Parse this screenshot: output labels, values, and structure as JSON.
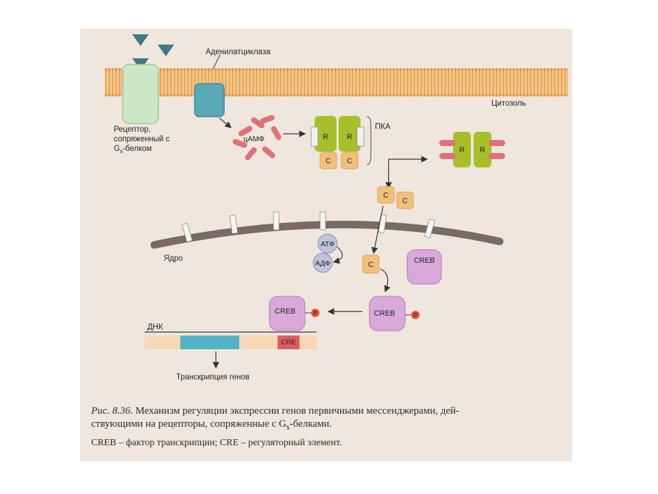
{
  "labels": {
    "adenylate_cyclase": "Аденилатциклаза",
    "cytosol": "Цитозоль",
    "receptor": [
      "Рецептор,",
      "сопряженный с",
      "G",
      "s",
      "-белком"
    ],
    "camp": "цАМФ",
    "pka": "ПКА",
    "nucleus": "Ядро",
    "atp": "АТФ",
    "adp": "АДФ",
    "creb": "CREB",
    "phosphate": "P",
    "dna": "ДНК",
    "cre": "CRE",
    "transcription": "Транскрипция генов",
    "r": "R",
    "c": "C"
  },
  "caption": {
    "figure_number": "Рис. 8.36.",
    "line1": "Механизм регуляции экспрессии генов первичными мессенджерами, дей-",
    "line2_pre": "ствующими на рецепторы, сопряженные с G",
    "line2_sub": "s",
    "line2_post": "-белками.",
    "note": "CREB – фактор транскрипции; CRE – регуляторный элемент."
  },
  "colors": {
    "background": "#efe6dd",
    "membrane": "#f0b060",
    "receptor": "#cde7c6",
    "cyclase": "#5aa9b8",
    "camp": "#e0707a",
    "regulatory": "#a8bf2a",
    "catalytic": "#f3c07a",
    "nucleotide": "#bfc4dc",
    "creb": "#d9a9dc",
    "phosphate": "#e0522a",
    "gene": "#55b3c8",
    "cre": "#e05b5e",
    "nuclear_envelope": "#7a6a66"
  }
}
